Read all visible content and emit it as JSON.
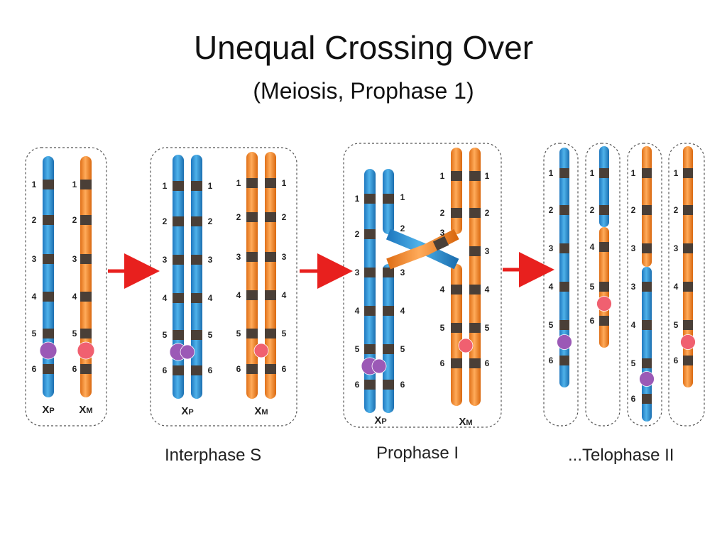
{
  "title": "Unequal Crossing Over",
  "subtitle": "(Meiosis, Prophase 1)",
  "colors": {
    "paternal": "#3399d6",
    "maternal": "#f28a30",
    "band": "#4a3f37",
    "centromere_p": "#9b59b6",
    "centromere_m": "#f06070",
    "arrow": "#e8201e"
  },
  "stages": [
    {
      "label": "",
      "chromosomes": [
        "XP",
        "XM"
      ]
    },
    {
      "label": "Interphase S",
      "chromosomes": [
        "XP",
        "XM"
      ]
    },
    {
      "label": "Prophase I",
      "chromosomes": [
        "XP",
        "XM"
      ]
    },
    {
      "label": "...Telophase II",
      "chromosomes": []
    }
  ],
  "band_numbers": [
    "1",
    "2",
    "3",
    "4",
    "5",
    "6"
  ],
  "xp_label": "X",
  "xp_sub": "P",
  "xm_label": "X",
  "xm_sub": "M",
  "telophase_products": [
    {
      "bands": [
        "1",
        "2",
        "3",
        "4",
        "5",
        "6"
      ]
    },
    {
      "bands": [
        "1",
        "2",
        "4",
        "5",
        "6"
      ]
    },
    {
      "bands": [
        "1",
        "2",
        "3",
        "3",
        "4",
        "5",
        "6"
      ]
    },
    {
      "bands": [
        "1",
        "2",
        "3",
        "4",
        "5",
        "6"
      ]
    }
  ]
}
